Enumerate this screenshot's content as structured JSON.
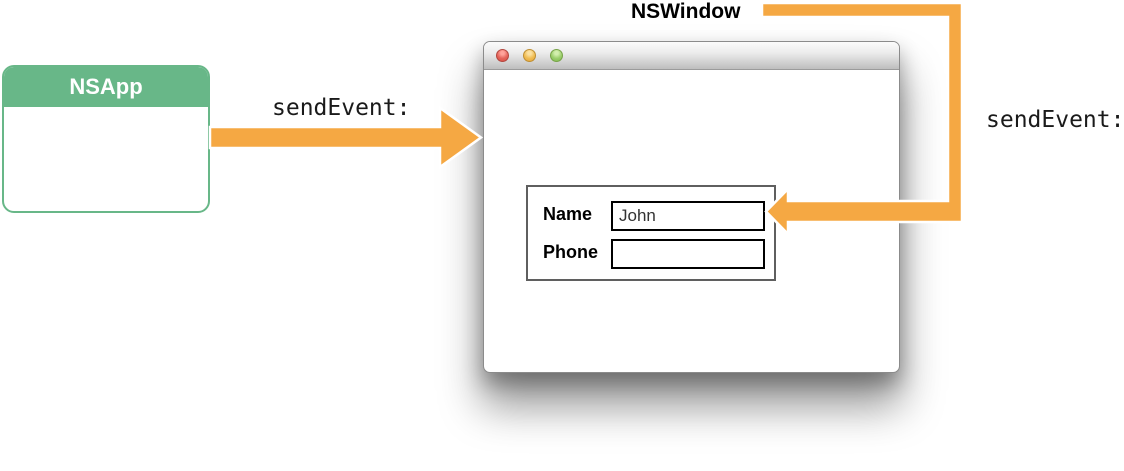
{
  "nsapp": {
    "title": "NSApp"
  },
  "nswindow": {
    "title": "NSWindow"
  },
  "arrows": {
    "app_to_window_label": "sendEvent:",
    "window_to_view_label": "sendEvent:"
  },
  "mac_window": {
    "traffic_lights": {
      "close_color": "#D84E43",
      "minimize_color": "#F0BD53",
      "zoom_color": "#9CCF6D"
    },
    "form": {
      "fields": [
        {
          "label": "Name",
          "value": "John"
        },
        {
          "label": "Phone",
          "value": ""
        }
      ]
    }
  },
  "colors": {
    "arrow_orange": "#F5A843",
    "nsapp_green": "#68B788"
  }
}
